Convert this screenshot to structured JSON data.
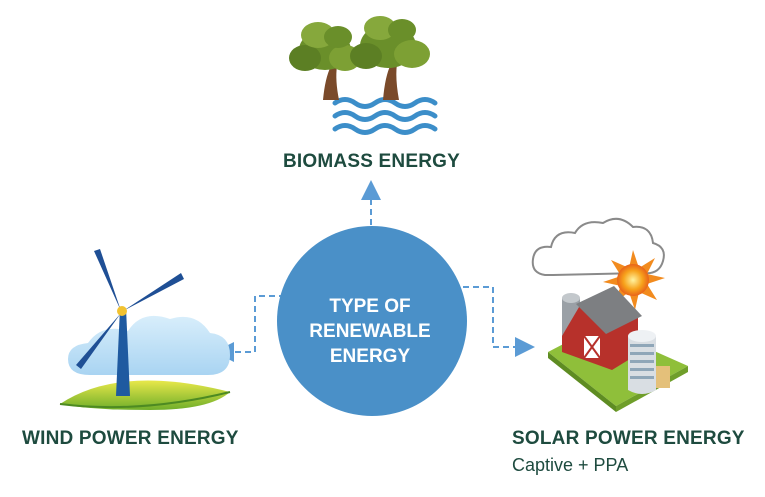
{
  "center": {
    "lines": [
      "TYPE OF",
      "RENEWABLE",
      "ENERGY"
    ]
  },
  "nodes": {
    "biomass": {
      "label": "BIOMASS ENERGY"
    },
    "wind": {
      "label": "WIND POWER ENERGY"
    },
    "solar": {
      "label": "SOLAR POWER ENERGY",
      "sublabel": "Captive + PPA"
    }
  },
  "colors": {
    "center_circle": "#4a90c8",
    "label_text": "#1e4b3f",
    "connector": "#5b9bd5",
    "sublabel_text": "#1e4b3f"
  },
  "icons": {
    "biomass": "trees-water-icon",
    "wind": "wind-turbine-icon",
    "solar": "farm-sun-building-icon"
  }
}
